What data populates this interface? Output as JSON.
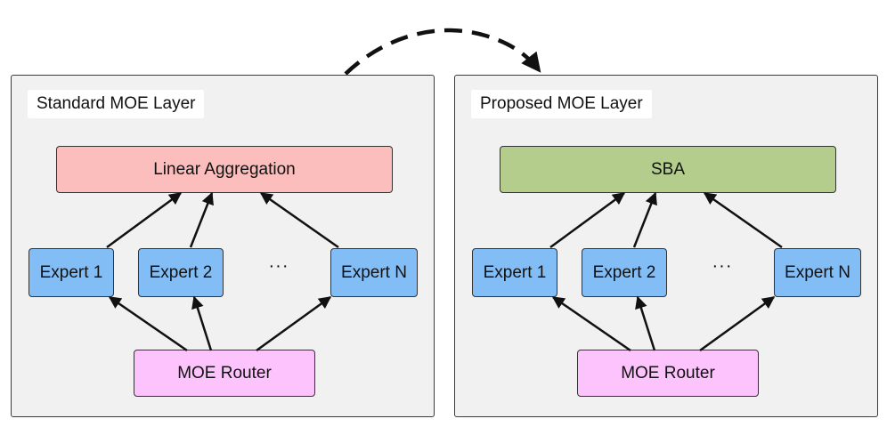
{
  "left_panel": {
    "title": "Standard MOE Layer",
    "aggregator": "Linear Aggregation",
    "experts": [
      "Expert 1",
      "Expert 2",
      "Expert N"
    ],
    "ellipsis": "···",
    "router": "MOE Router"
  },
  "right_panel": {
    "title": "Proposed MOE Layer",
    "aggregator": "SBA",
    "experts": [
      "Expert 1",
      "Expert 2",
      "Expert N"
    ],
    "ellipsis": "···",
    "router": "MOE Router"
  },
  "colors": {
    "panel_background": "#f1f1f1",
    "linear_aggregation": "#fcbdbd",
    "sba": "#b4cd8c",
    "expert": "#82bdf6",
    "router": "#fcc3fc",
    "arrow": "#111111"
  }
}
